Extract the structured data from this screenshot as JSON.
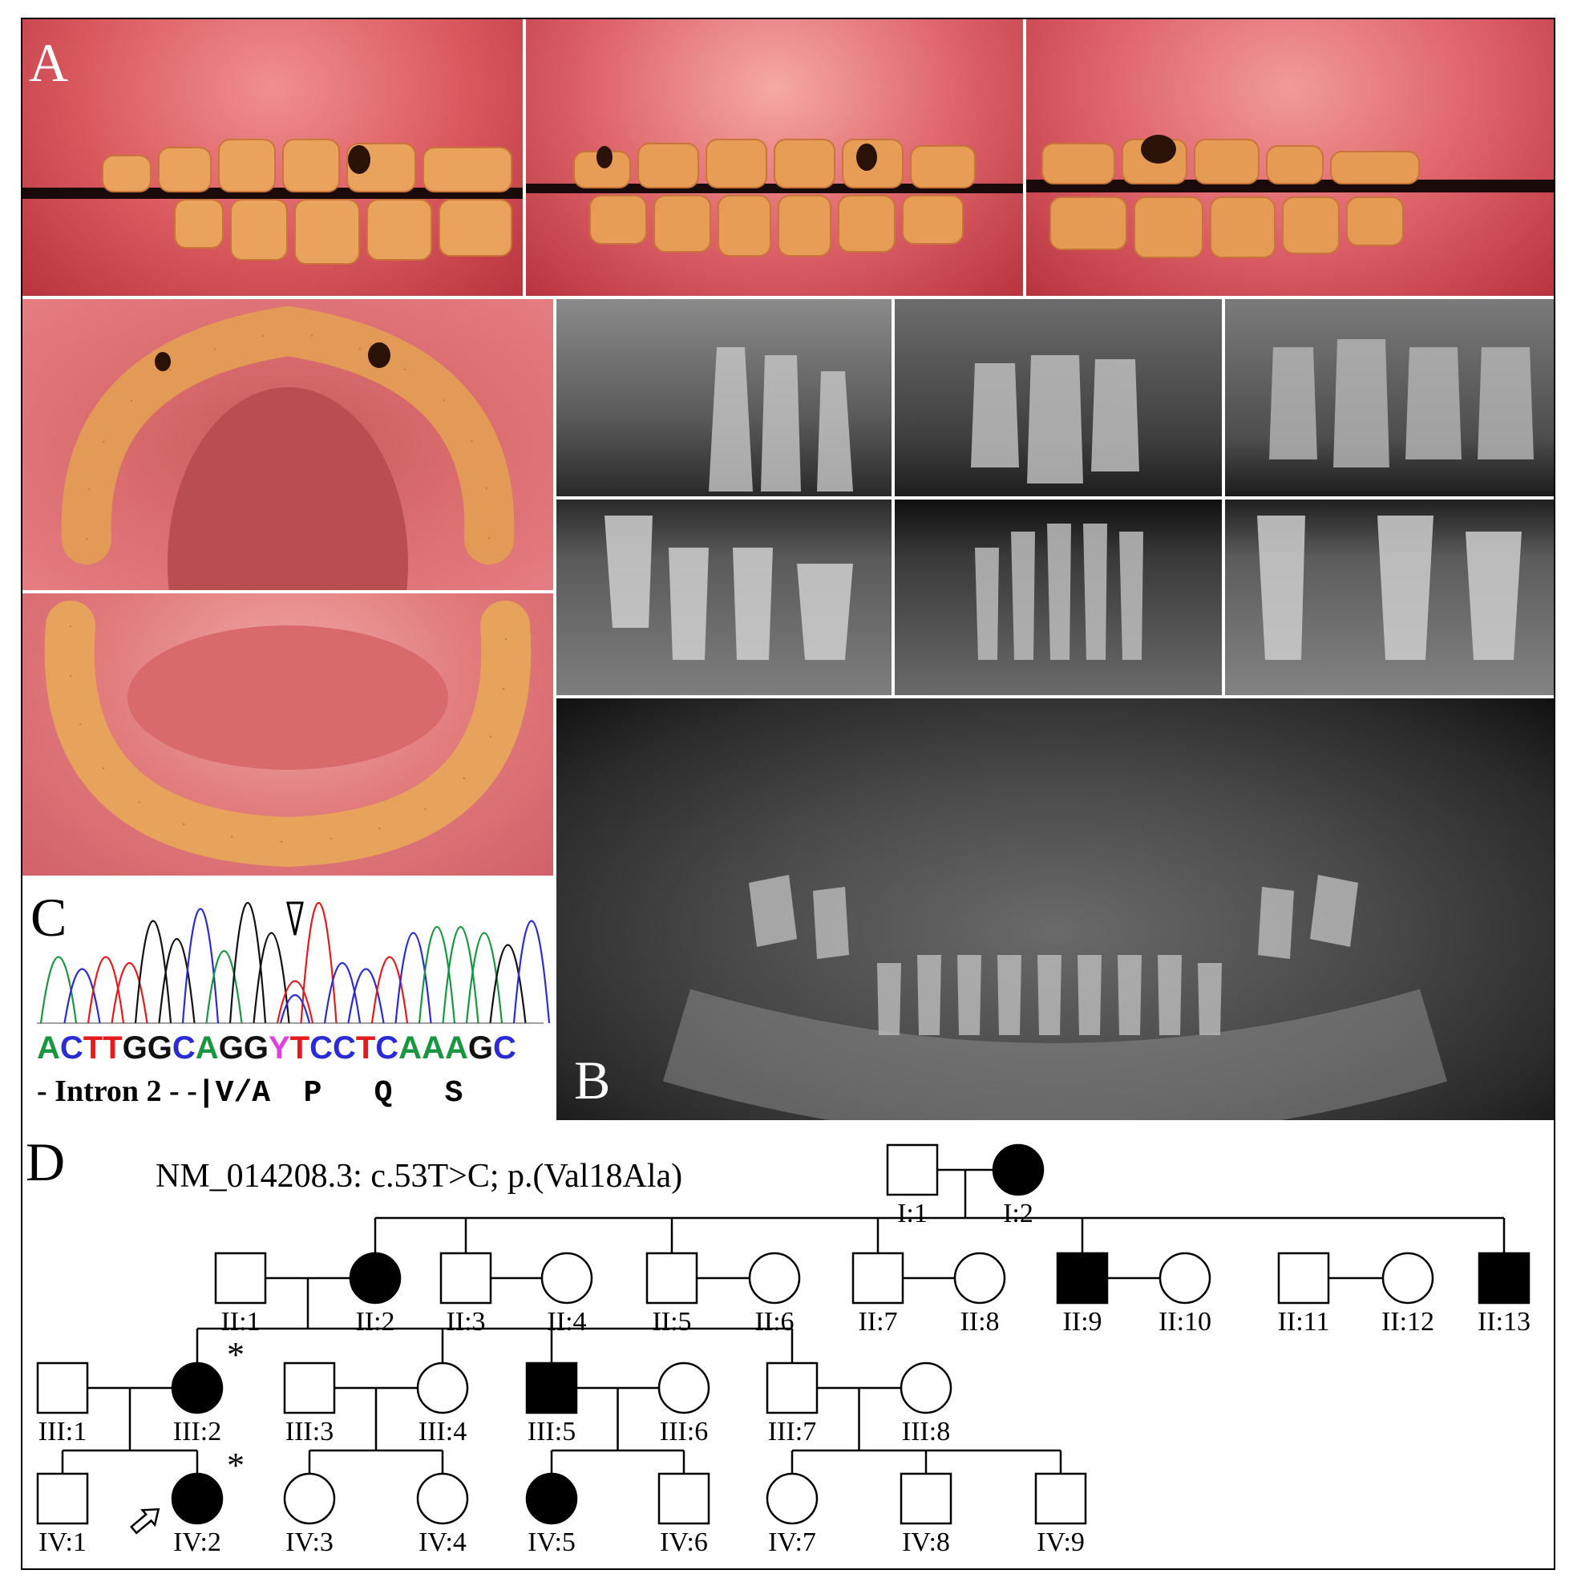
{
  "panels": {
    "a": {
      "letter": "A"
    },
    "b": {
      "letter": "B"
    },
    "c": {
      "letter": "C",
      "sequence": [
        {
          "base": "A",
          "color": "#1a9641"
        },
        {
          "base": "C",
          "color": "#2b2bd6"
        },
        {
          "base": "T",
          "color": "#e41a1c"
        },
        {
          "base": "T",
          "color": "#e41a1c"
        },
        {
          "base": "G",
          "color": "#111111"
        },
        {
          "base": "G",
          "color": "#111111"
        },
        {
          "base": "C",
          "color": "#2b2bd6"
        },
        {
          "base": "A",
          "color": "#1a9641"
        },
        {
          "base": "G",
          "color": "#111111"
        },
        {
          "base": "G",
          "color": "#111111"
        },
        {
          "base": "Y",
          "color": "#e040e0"
        },
        {
          "base": "T",
          "color": "#e41a1c"
        },
        {
          "base": "C",
          "color": "#2b2bd6"
        },
        {
          "base": "C",
          "color": "#2b2bd6"
        },
        {
          "base": "T",
          "color": "#e41a1c"
        },
        {
          "base": "C",
          "color": "#2b2bd6"
        },
        {
          "base": "A",
          "color": "#1a9641"
        },
        {
          "base": "A",
          "color": "#1a9641"
        },
        {
          "base": "A",
          "color": "#1a9641"
        },
        {
          "base": "G",
          "color": "#111111"
        },
        {
          "base": "C",
          "color": "#2b2bd6"
        }
      ],
      "intron_label": "- Intron 2 - -",
      "codons": [
        "V/A",
        "P",
        "Q",
        "S"
      ],
      "marker": "arrowhead-down"
    },
    "d": {
      "letter": "D",
      "variant": "NM_014208.3: c.53T>C; p.(Val18Ala)",
      "individuals": [
        {
          "id": "I:1",
          "sex": "male",
          "affected": false
        },
        {
          "id": "I:2",
          "sex": "female",
          "affected": true
        },
        {
          "id": "II:1",
          "sex": "male",
          "affected": false
        },
        {
          "id": "II:2",
          "sex": "female",
          "affected": true
        },
        {
          "id": "II:3",
          "sex": "male",
          "affected": false
        },
        {
          "id": "II:4",
          "sex": "female",
          "affected": false
        },
        {
          "id": "II:5",
          "sex": "male",
          "affected": false
        },
        {
          "id": "II:6",
          "sex": "female",
          "affected": false
        },
        {
          "id": "II:7",
          "sex": "male",
          "affected": false
        },
        {
          "id": "II:8",
          "sex": "female",
          "affected": false
        },
        {
          "id": "II:9",
          "sex": "male",
          "affected": true
        },
        {
          "id": "II:10",
          "sex": "female",
          "affected": false
        },
        {
          "id": "II:11",
          "sex": "male",
          "affected": false
        },
        {
          "id": "II:12",
          "sex": "female",
          "affected": false
        },
        {
          "id": "II:13",
          "sex": "male",
          "affected": true
        },
        {
          "id": "III:1",
          "sex": "male",
          "affected": false
        },
        {
          "id": "III:2",
          "sex": "female",
          "affected": true,
          "marked": "*"
        },
        {
          "id": "III:3",
          "sex": "male",
          "affected": false
        },
        {
          "id": "III:4",
          "sex": "female",
          "affected": false
        },
        {
          "id": "III:5",
          "sex": "male",
          "affected": true
        },
        {
          "id": "III:6",
          "sex": "female",
          "affected": false
        },
        {
          "id": "III:7",
          "sex": "male",
          "affected": false
        },
        {
          "id": "III:8",
          "sex": "female",
          "affected": false
        },
        {
          "id": "IV:1",
          "sex": "male",
          "affected": false
        },
        {
          "id": "IV:2",
          "sex": "female",
          "affected": true,
          "marked": "*",
          "proband": true
        },
        {
          "id": "IV:3",
          "sex": "female",
          "affected": false
        },
        {
          "id": "IV:4",
          "sex": "female",
          "affected": false
        },
        {
          "id": "IV:5",
          "sex": "female",
          "affected": true
        },
        {
          "id": "IV:6",
          "sex": "male",
          "affected": false
        },
        {
          "id": "IV:7",
          "sex": "female",
          "affected": false
        },
        {
          "id": "IV:8",
          "sex": "male",
          "affected": false
        },
        {
          "id": "IV:9",
          "sex": "male",
          "affected": false
        }
      ],
      "proband_marker": "proband-arrow-icon",
      "asterisk": "*"
    }
  }
}
